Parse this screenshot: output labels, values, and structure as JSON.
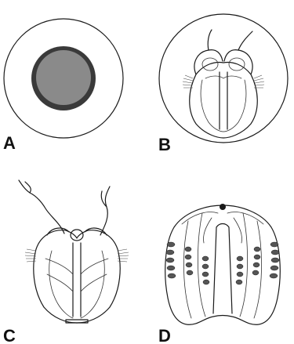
{
  "panels": [
    {
      "letter": "A"
    },
    {
      "letter": "B"
    },
    {
      "letter": "C"
    },
    {
      "letter": "D"
    }
  ],
  "colors": {
    "line": "#1a1a1a",
    "egg_fill": "#8a8a8a",
    "egg_rim": "#3a3a3a",
    "comb_beads": "#555555",
    "background": "#ffffff"
  }
}
